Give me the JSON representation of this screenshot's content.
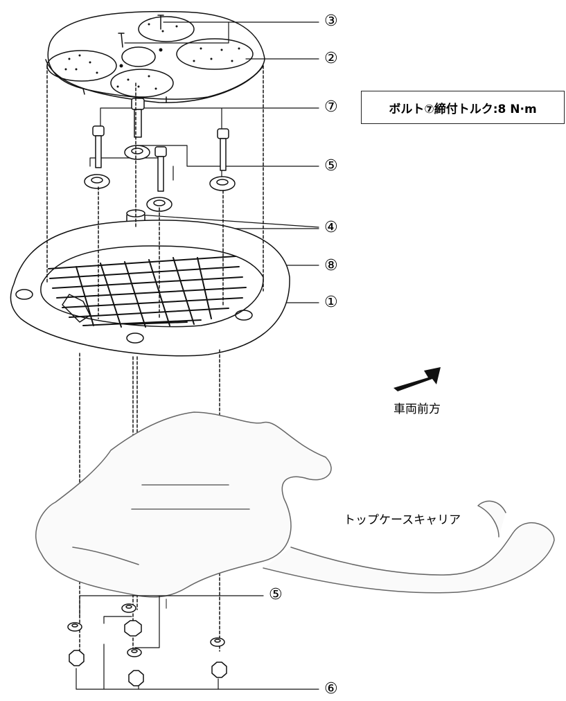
{
  "callouts": {
    "c3": "③",
    "c2": "②",
    "c7": "⑦",
    "c5a": "⑤",
    "c4": "④",
    "c8": "⑧",
    "c1": "①",
    "c5b": "⑤",
    "c6": "⑥"
  },
  "torque_note": "ボルト⑦締付トルク:8 N·m",
  "direction_label": "車両前方",
  "carrier_label": "トップケースキャリア"
}
